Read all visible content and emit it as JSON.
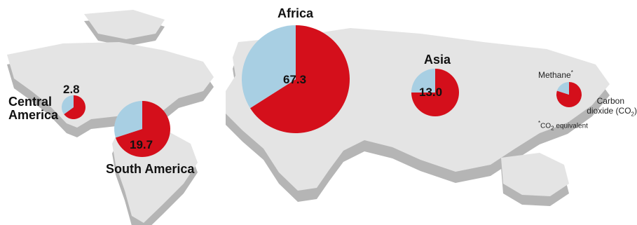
{
  "colors": {
    "carbon_dioxide": "#d40f1b",
    "methane": "#a8cfe3",
    "land_top": "#e4e4e4",
    "land_side": "#b5b5b5"
  },
  "chart_data": {
    "type": "pie",
    "pies": [
      {
        "region": "Central America",
        "total": 2.8,
        "methane": 0.35,
        "carbon_dioxide": 0.65
      },
      {
        "region": "South America",
        "total": 19.7,
        "methane": 0.3,
        "carbon_dioxide": 0.7
      },
      {
        "region": "Africa",
        "total": 67.3,
        "methane": 0.34,
        "carbon_dioxide": 0.66
      },
      {
        "region": "Asia",
        "total": 13.0,
        "methane": 0.25,
        "carbon_dioxide": 0.75
      }
    ],
    "labels": {
      "central_america_1": "Central",
      "central_america_2": "America",
      "south_america": "South America",
      "africa": "Africa",
      "asia": "Asia",
      "v_central": "2.8",
      "v_south": "19.7",
      "v_africa": "67.3",
      "v_asia": "13.0"
    },
    "legend": {
      "methane": "Methane",
      "star": "*",
      "cd_1": "Carbon",
      "cd_2": "dioxide (CO",
      "sub2": "2",
      "close": ")",
      "fn_co": "CO",
      "fn_eq": " equivalent"
    }
  }
}
